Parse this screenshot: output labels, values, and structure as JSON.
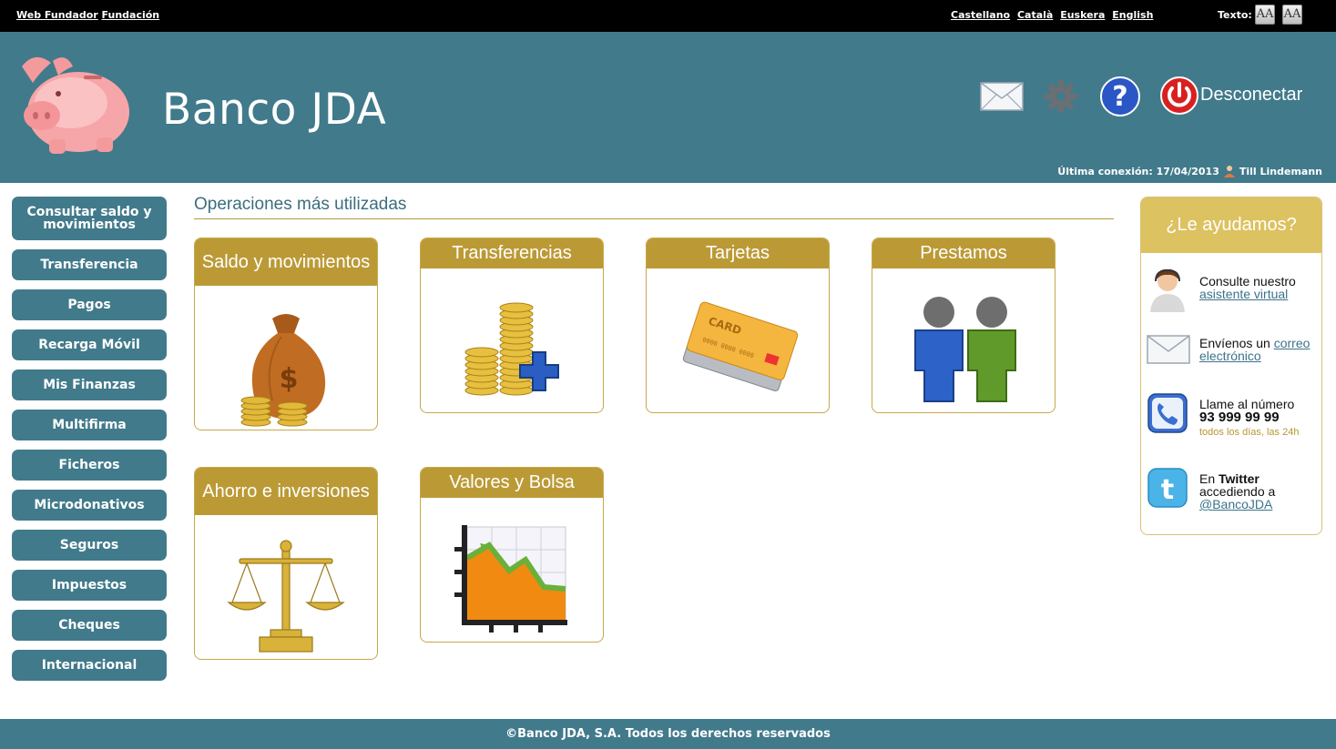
{
  "topbar": {
    "links": [
      "Web Fundador",
      "Fundación"
    ],
    "languages": [
      "Castellano",
      "Català",
      "Euskera",
      "English"
    ],
    "text_label": "Texto:",
    "font_up": "AA",
    "font_down": "AA"
  },
  "header": {
    "bank_name": "Banco JDA",
    "logout_label": "Desconectar",
    "last_login": "Última conexión: 17/04/2013",
    "user_name": "Till Lindemann"
  },
  "sidebar": {
    "items": [
      "Consultar saldo y movimientos",
      "Transferencia",
      "Pagos",
      "Recarga Móvil",
      "Mis Finanzas",
      "Multifirma",
      "Ficheros",
      "Microdonativos",
      "Seguros",
      "Impuestos",
      "Cheques",
      "Internacional"
    ]
  },
  "main": {
    "title": "Operaciones más utilizadas",
    "tiles": [
      {
        "label": "Saldo y movimientos"
      },
      {
        "label": "Transferencias"
      },
      {
        "label": "Tarjetas"
      },
      {
        "label": "Prestamos"
      },
      {
        "label": "Ahorro e inversiones"
      },
      {
        "label": "Valores y Bolsa"
      }
    ]
  },
  "help": {
    "title": "¿Le ayudamos?",
    "assistant_text": "Consulte nuestro",
    "assistant_link": "asistente virtual",
    "email_text": "Envíenos un",
    "email_link": "correo electrónico",
    "phone_text": "Llame al número",
    "phone_number": "93 999 99 99",
    "phone_hours": "todos los días, las 24h",
    "twitter_prefix": "En",
    "twitter_name": "Twitter",
    "twitter_text": "accediendo a",
    "twitter_link": "@BancoJDA"
  },
  "footer": {
    "copyright": "©Banco JDA, S.A. Todos los derechos reservados"
  },
  "colors": {
    "header": "#417a8b",
    "tile_head": "#bb9a36",
    "help_head": "#dcc260",
    "topbar": "#000000"
  },
  "icons": [
    "piggy-bank-icon",
    "mail-icon",
    "gear-icon",
    "help-icon",
    "power-icon",
    "user-icon",
    "money-bag-icon",
    "coins-plus-icon",
    "credit-card-icon",
    "people-icon",
    "scales-icon",
    "stock-chart-icon",
    "assistant-icon",
    "envelope-icon",
    "phone-icon",
    "twitter-icon"
  ]
}
